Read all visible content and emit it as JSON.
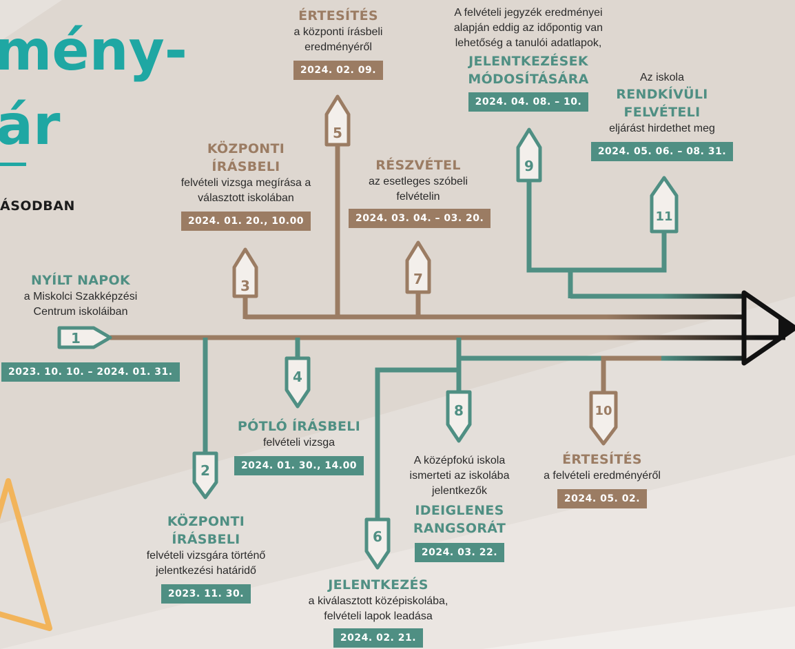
{
  "header": {
    "line1": "mény-",
    "line2": "ár",
    "line3": "ÁSODBAN"
  },
  "colors": {
    "teal": "#4f8f83",
    "brown": "#9b7c63",
    "header_teal": "#1fa7a3",
    "triangle_orange": "#f2b45a",
    "background": "#ded7d0"
  },
  "events": [
    {
      "num": "1",
      "title": "NYÍLT NAPOK",
      "desc": "a Miskolci Szakképzési Centrum iskoláiban",
      "date": "2023. 10. 10. – 2024. 01. 31.",
      "color": "teal"
    },
    {
      "num": "2",
      "title": "KÖZPONTI ÍRÁSBELI",
      "desc": "felvételi vizsgára történő jelentkezési határidő",
      "date": "2023. 11. 30.",
      "color": "teal"
    },
    {
      "num": "3",
      "title": "KÖZPONTI ÍRÁSBELI",
      "desc": "felvételi vizsga megírása a választott iskolában",
      "date": "2024. 01. 20., 10.00",
      "color": "brown"
    },
    {
      "num": "4",
      "title": "PÓTLÓ ÍRÁSBELI",
      "desc": "felvételi vizsga",
      "date": "2024. 01. 30., 14.00",
      "color": "teal"
    },
    {
      "num": "5",
      "title": "ÉRTESÍTÉS",
      "desc": "a központi írásbeli eredményéről",
      "date": "2024. 02. 09.",
      "color": "brown"
    },
    {
      "num": "6",
      "title": "JELENTKEZÉS",
      "desc": "a kiválasztott középiskolába, felvételi lapok leadása",
      "date": "2024. 02. 21.",
      "color": "teal"
    },
    {
      "num": "7",
      "title": "RÉSZVÉTEL",
      "desc": "az esetleges szóbeli felvételin",
      "date": "2024. 03. 04. – 03. 20.",
      "color": "brown"
    },
    {
      "num": "8",
      "title": "IDEIGLENES RANGSORÁT",
      "desc": "A középfokú iskola ismerteti az iskolába jelentkezők",
      "date": "2024. 03. 22.",
      "color": "teal"
    },
    {
      "num": "9",
      "title": "JELENTKEZÉSEK MÓDOSÍTÁSÁRA",
      "desc": "A felvételi jegyzék eredményei alapján eddig az időpontig van lehetőség a tanulói adatlapok,",
      "date": "2024. 04. 08. – 10.",
      "color": "teal"
    },
    {
      "num": "10",
      "title": "ÉRTESÍTÉS",
      "desc": "a felvételi eredményéről",
      "date": "2024. 05. 02.",
      "color": "brown"
    },
    {
      "num": "11",
      "title": "RENDKÍVÜLI FELVÉTELI",
      "desc": "eljárást hirdethet meg",
      "pre": "Az iskola",
      "date": "2024. 05. 06. – 08. 31.",
      "color": "teal"
    }
  ]
}
